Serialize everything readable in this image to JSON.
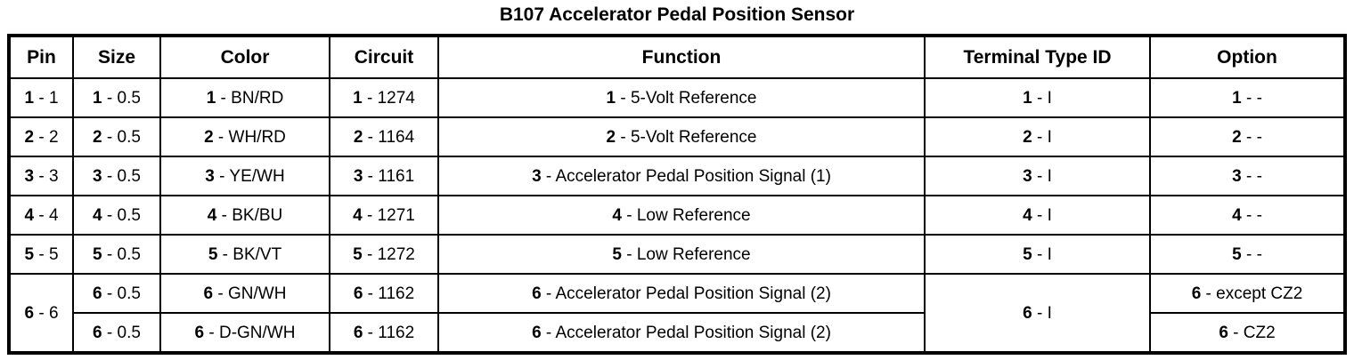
{
  "title": "B107 Accelerator Pedal Position Sensor",
  "table": {
    "headers": [
      {
        "key": "pin",
        "label": "Pin"
      },
      {
        "key": "size",
        "label": "Size"
      },
      {
        "key": "color",
        "label": "Color"
      },
      {
        "key": "circuit",
        "label": "Circuit"
      },
      {
        "key": "function",
        "label": "Function"
      },
      {
        "key": "terminal",
        "label": "Terminal Type ID"
      },
      {
        "key": "option",
        "label": "Option"
      }
    ],
    "separator": "-",
    "rows": [
      {
        "pin_index": "1",
        "pin_value": "1",
        "size_index": "1",
        "size_value": "0.5",
        "color_index": "1",
        "color_value": "BN/RD",
        "circuit_index": "1",
        "circuit_value": "1274",
        "function_index": "1",
        "function_value": "5-Volt Reference",
        "terminal_index": "1",
        "terminal_value": "I",
        "option_index": "1",
        "option_value": "-"
      },
      {
        "pin_index": "2",
        "pin_value": "2",
        "size_index": "2",
        "size_value": "0.5",
        "color_index": "2",
        "color_value": "WH/RD",
        "circuit_index": "2",
        "circuit_value": "1164",
        "function_index": "2",
        "function_value": "5-Volt Reference",
        "terminal_index": "2",
        "terminal_value": "I",
        "option_index": "2",
        "option_value": "-"
      },
      {
        "pin_index": "3",
        "pin_value": "3",
        "size_index": "3",
        "size_value": "0.5",
        "color_index": "3",
        "color_value": "YE/WH",
        "circuit_index": "3",
        "circuit_value": "1161",
        "function_index": "3",
        "function_value": "Accelerator Pedal Position Signal (1)",
        "terminal_index": "3",
        "terminal_value": "I",
        "option_index": "3",
        "option_value": "-"
      },
      {
        "pin_index": "4",
        "pin_value": "4",
        "size_index": "4",
        "size_value": "0.5",
        "color_index": "4",
        "color_value": "BK/BU",
        "circuit_index": "4",
        "circuit_value": "1271",
        "function_index": "4",
        "function_value": "Low Reference",
        "terminal_index": "4",
        "terminal_value": "I",
        "option_index": "4",
        "option_value": "-"
      },
      {
        "pin_index": "5",
        "pin_value": "5",
        "size_index": "5",
        "size_value": "0.5",
        "color_index": "5",
        "color_value": "BK/VT",
        "circuit_index": "5",
        "circuit_value": "1272",
        "function_index": "5",
        "function_value": "Low Reference",
        "terminal_index": "5",
        "terminal_value": "I",
        "option_index": "5",
        "option_value": "-"
      }
    ],
    "merged_row": {
      "pin_index": "6",
      "pin_value": "6",
      "terminal_index": "6",
      "terminal_value": "I",
      "sub_rows": [
        {
          "size_index": "6",
          "size_value": "0.5",
          "color_index": "6",
          "color_value": "GN/WH",
          "circuit_index": "6",
          "circuit_value": "1162",
          "function_index": "6",
          "function_value": "Accelerator Pedal Position Signal (2)",
          "option_index": "6",
          "option_value": "except CZ2"
        },
        {
          "size_index": "6",
          "size_value": "0.5",
          "color_index": "6",
          "color_value": "D-GN/WH",
          "circuit_index": "6",
          "circuit_value": "1162",
          "function_index": "6",
          "function_value": "Accelerator Pedal Position Signal (2)",
          "option_index": "6",
          "option_value": "CZ2"
        }
      ]
    }
  }
}
